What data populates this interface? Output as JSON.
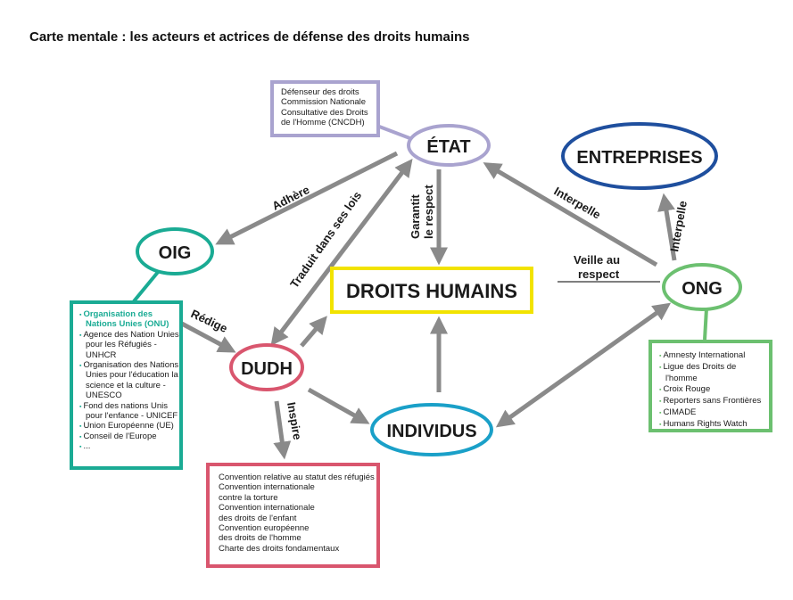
{
  "title": "Carte mentale : les acteurs et actrices de défense des droits humains",
  "nodes": {
    "etat": "ÉTAT",
    "entreprises": "ENTREPRISES",
    "oig": "OIG",
    "droits_humains": "DROITS HUMAINS",
    "ong": "ONG",
    "dudh": "DUDH",
    "individus": "INDIVIDUS"
  },
  "links": {
    "adhere": "Adhère",
    "traduit": "Traduit dans ses lois",
    "garantit_1": "Garantit",
    "garantit_2": "le respect",
    "interpelle_etat": "Interpelle",
    "interpelle_entreprises": "Interpelle",
    "veille_1": "Veille au",
    "veille_2": "respect",
    "redige": "Rédige",
    "inspire": "Inspire"
  },
  "etat_box": [
    "Défenseur des droits",
    "Commission Nationale",
    "Consultative des Droits",
    "de l'Homme (CNCDH)"
  ],
  "oig_box": [
    "Organisation des Nations Unies (ONU)",
    "Agence des Nation Unies pour les Réfugiés - UNHCR",
    "Organisation des Nations Unies pour l'éducation la science et la culture - UNESCO",
    "Fond des nations Unis pour l'enfance - UNICEF",
    "Union Européenne (UE)",
    "Conseil de l'Europe",
    "..."
  ],
  "dudh_box": [
    "Convention relative au statut des réfugiés",
    "Convention internationale",
    "contre la torture",
    "Convention internationale",
    "des droits de l'enfant",
    "Convention européenne",
    "des droits de l'homme",
    "Charte des droits fondamentaux"
  ],
  "ong_box": [
    "Amnesty International",
    "Ligue des Droits de l'homme",
    "Croix Rouge",
    "Reporters sans Frontières",
    "CIMADE",
    "Humans Rights Watch"
  ],
  "colors": {
    "etat": "#a9a3cf",
    "entreprises": "#1f4f9e",
    "oig": "#1aab94",
    "droits": "#f2e300",
    "ong": "#6cc070",
    "dudh": "#d9566e",
    "individus": "#1aa0c8",
    "arrow": "#8a8a8a"
  }
}
